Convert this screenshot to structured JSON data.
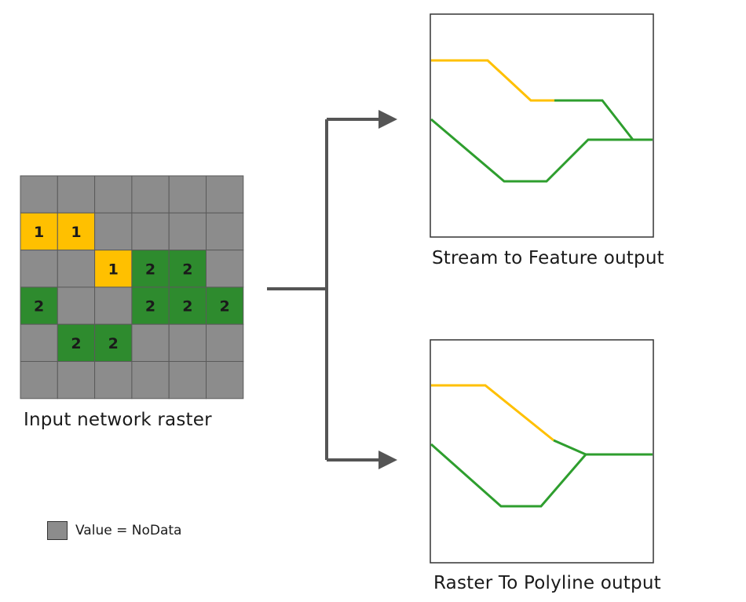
{
  "raster": {
    "caption": "Input network raster",
    "rows": [
      [
        "",
        "",
        "",
        "",
        "",
        ""
      ],
      [
        "1",
        "1",
        "",
        "",
        "",
        ""
      ],
      [
        "",
        "",
        "1",
        "2",
        "2",
        ""
      ],
      [
        "2",
        "",
        "",
        "2",
        "2",
        "2"
      ],
      [
        "",
        "2",
        "2",
        "",
        "",
        ""
      ],
      [
        "",
        "",
        "",
        "",
        "",
        ""
      ]
    ],
    "colors": {
      "nodata": "#8c8c8c",
      "1": "#ffc000",
      "2": "#2e8b2e",
      "grid": "#5a5a5a",
      "text": "#1a1a1a"
    }
  },
  "legend": {
    "label": "Value = NoData"
  },
  "outputs": {
    "stream": {
      "caption": "Stream to Feature output"
    },
    "raster": {
      "caption": "Raster To Polyline output"
    }
  },
  "colors": {
    "yellow": "#ffc000",
    "green": "#2e9e2e",
    "arrow": "#555555",
    "frame": "#333333"
  }
}
